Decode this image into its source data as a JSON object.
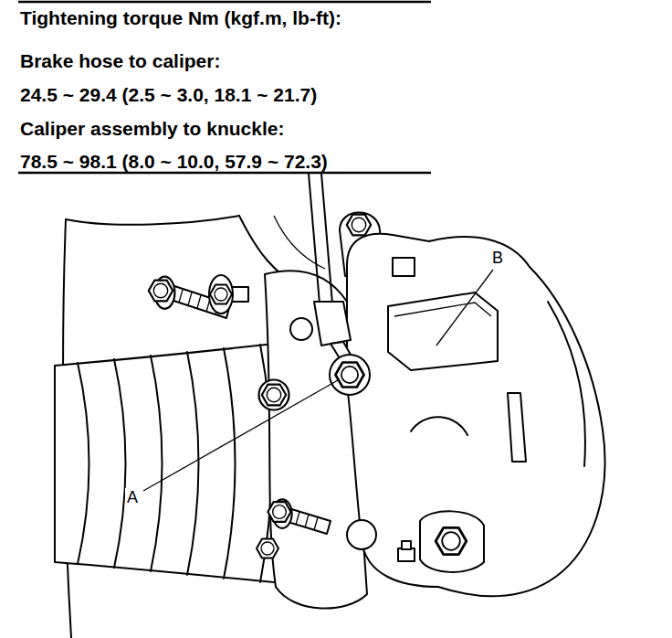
{
  "diagram": {
    "title": "Tightening torque Nm (kgf.m, lb-ft):",
    "labels": [
      "Brake hose to caliper:",
      "24.5 ~ 29.4 (2.5 ~ 3.0, 18.1 ~ 21.7)",
      "Caliper assembly to knuckle:",
      "78.5 ~ 98.1 (8.0 ~ 10.0, 57.9 ~ 72.3)",
      "B",
      "A"
    ]
  }
}
